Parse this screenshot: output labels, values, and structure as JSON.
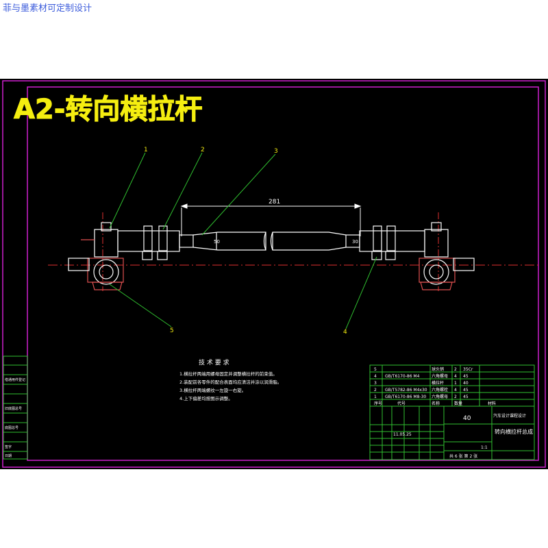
{
  "watermark": "菲与墨素材可定制设计",
  "title": "A2-转向横拉杆",
  "balloons": [
    "1",
    "2",
    "3",
    "4",
    "5"
  ],
  "dimension": "281",
  "dim_small_left": "50",
  "dim_small_right": "30",
  "tech_req": {
    "heading": "技 术 要 求",
    "items": [
      "1.横拉杆两端用螺母固定并调整横拉杆的前束值。",
      "2.装配前各零件的配合表面均应清洁并涂以润滑脂。",
      "3.横拉杆两端螺纹一左旋一右旋。",
      "4.上下偏差均按图示调整。"
    ]
  },
  "bom_rows": [
    [
      "5",
      "",
      "球头销",
      "2",
      "35Cr"
    ],
    [
      "4",
      "GB/T6170-86 M4",
      "六角螺母",
      "4",
      "45"
    ],
    [
      "3",
      "",
      "横拉杆",
      "1",
      "40"
    ],
    [
      "2",
      "GB/T5782-86 M4x30",
      "六角螺栓",
      "4",
      "45"
    ],
    [
      "1",
      "GB/T6170-86 M8-30",
      "六角螺母",
      "2",
      "45"
    ]
  ],
  "bom_header": [
    "序号",
    "代号",
    "名称",
    "数量",
    "材料"
  ],
  "title_block": {
    "material": "40",
    "school": "汽车设计课程设计",
    "drawing_name": "转向横拉杆总成",
    "date": "11.05.25",
    "scale": "1:1",
    "sheet": "共 6 张  第 2 张"
  },
  "left_strip": [
    "",
    "",
    "借通用件登记",
    "",
    "",
    "旧底图总号",
    "",
    "底图总号",
    "",
    "签字",
    "日期"
  ]
}
